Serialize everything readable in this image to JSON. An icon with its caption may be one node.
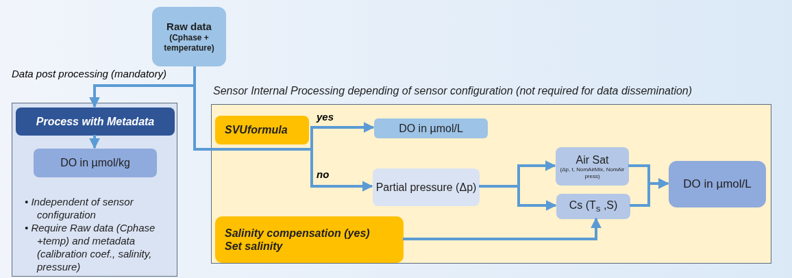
{
  "diagram": {
    "nodes": [
      {
        "text": [
          "Raw data",
          "(Cphase + temperature)"
        ]
      },
      {
        "text": [
          "• Independent of sensor configuration",
          "• Require Raw data (Cphase +temp) and metadata (calibration coef., salinity, pressure)"
        ]
      },
      {
        "text": [
          "Process with Metadata"
        ],
        "in": 1
      },
      {
        "text": [
          "DO in µmol/kg"
        ],
        "in": 1
      },
      {
        "text": [
          "Sensor Internal Processing depending of sensor configuration (not required for data dissemination)"
        ]
      },
      {
        "text": [
          "SVUformula"
        ],
        "in": 4
      },
      {
        "text": [
          "DO in µmol/L"
        ],
        "in": 4
      },
      {
        "text": [
          "Partial pressure (Δp)"
        ],
        "in": 4
      },
      {
        "text": [
          "Air Sat",
          "(Δp, t, NomAirMix, NomAir press)"
        ],
        "in": 4
      },
      {
        "text": [
          "Cs (T$_{s}$ ,S)"
        ],
        "in": 4
      },
      {
        "text": [
          "DO in µmol/L"
        ],
        "in": 4
      },
      {
        "text": [
          "Salinity compensation (yes)",
          "Set salinity"
        ],
        "in": 4
      }
    ],
    "edges": [
      {
        "from": 0,
        "to": 2,
        "arrow": "to",
        "label": "Data post processing (mandatory)"
      },
      {
        "from": 2,
        "to": 3,
        "arrow": "to"
      },
      {
        "from": 0,
        "to": 6,
        "arrow": "to",
        "label": "yes"
      },
      {
        "from": 0,
        "to": 7,
        "arrow": "to",
        "label": "no"
      },
      {
        "from": 7,
        "to": 8,
        "arrow": "to"
      },
      {
        "from": 7,
        "to": 9,
        "arrow": "to"
      },
      {
        "from": 8,
        "to": 10,
        "arrow": "to"
      },
      {
        "from": 9,
        "to": 10,
        "arrow": "to"
      },
      {
        "from": 11,
        "to": 9,
        "arrow": "to"
      }
    ]
  }
}
